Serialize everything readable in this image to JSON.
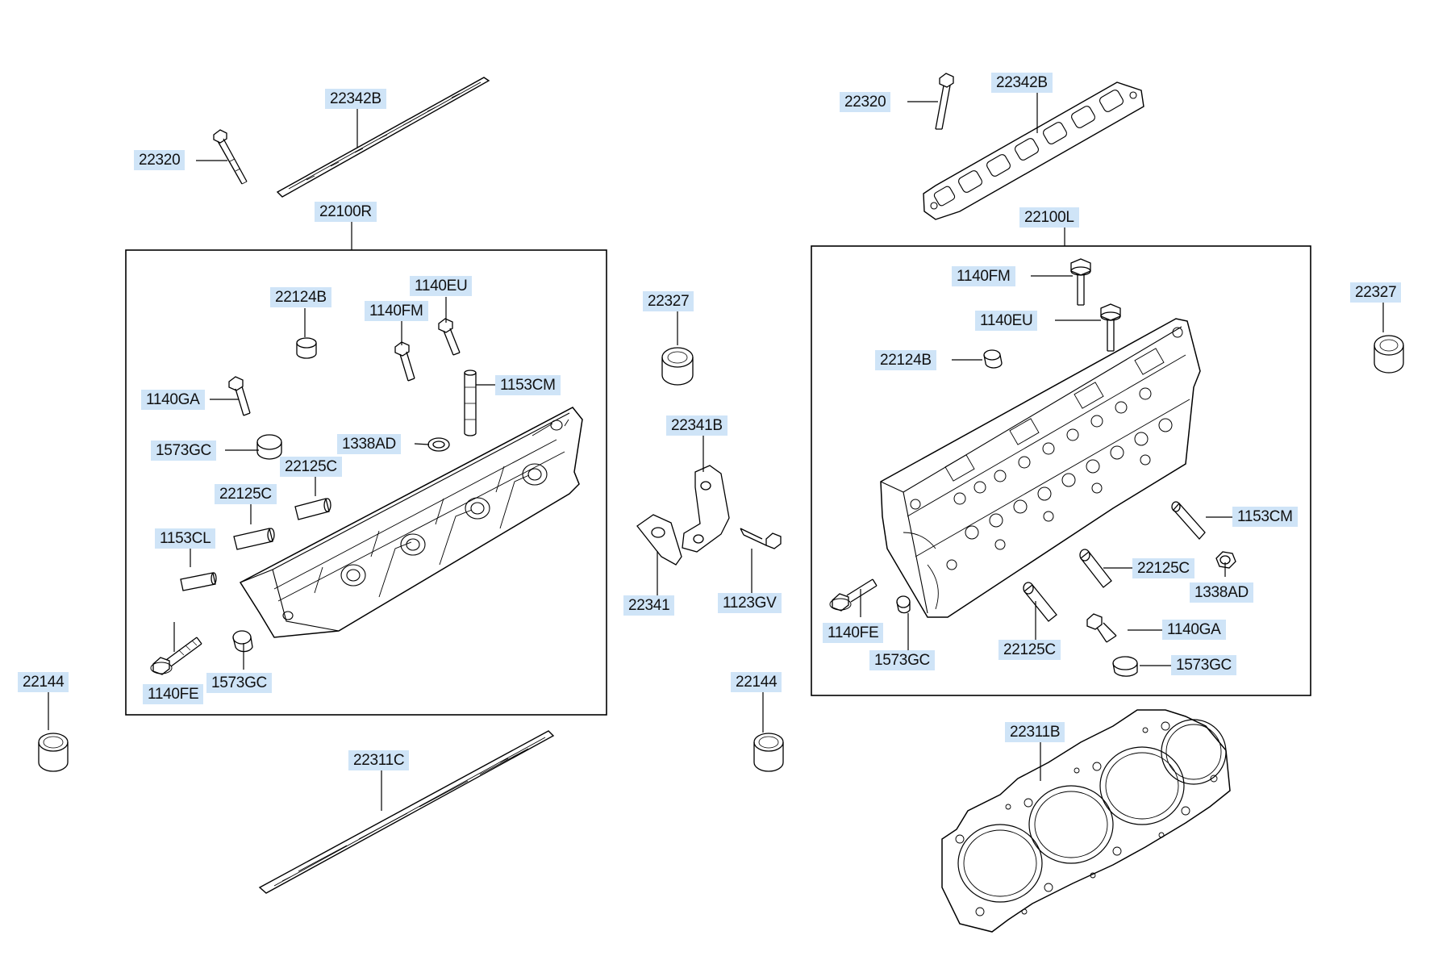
{
  "labels": [
    {
      "id": "l01",
      "text": "22342B"
    },
    {
      "id": "l02",
      "text": "22320"
    },
    {
      "id": "l03",
      "text": "22100R"
    },
    {
      "id": "l04",
      "text": "22124B"
    },
    {
      "id": "l05",
      "text": "1140EU"
    },
    {
      "id": "l06",
      "text": "1140FM"
    },
    {
      "id": "l07",
      "text": "1153CM"
    },
    {
      "id": "l08",
      "text": "1140GA"
    },
    {
      "id": "l09",
      "text": "1338AD"
    },
    {
      "id": "l10",
      "text": "1573GC"
    },
    {
      "id": "l11",
      "text": "22125C"
    },
    {
      "id": "l12",
      "text": "22125C"
    },
    {
      "id": "l13",
      "text": "1153CL"
    },
    {
      "id": "l14",
      "text": "1140FE"
    },
    {
      "id": "l15",
      "text": "1573GC"
    },
    {
      "id": "l16",
      "text": "22144"
    },
    {
      "id": "l17",
      "text": "22311C"
    },
    {
      "id": "l18",
      "text": "22327"
    },
    {
      "id": "l19",
      "text": "22341B"
    },
    {
      "id": "l20",
      "text": "22341"
    },
    {
      "id": "l21",
      "text": "1123GV"
    },
    {
      "id": "l22",
      "text": "22144"
    },
    {
      "id": "l23",
      "text": "22320"
    },
    {
      "id": "l24",
      "text": "22342B"
    },
    {
      "id": "l25",
      "text": "22100L"
    },
    {
      "id": "l26",
      "text": "1140FM"
    },
    {
      "id": "l27",
      "text": "1140EU"
    },
    {
      "id": "l28",
      "text": "22124B"
    },
    {
      "id": "l29",
      "text": "22327"
    },
    {
      "id": "l30",
      "text": "1153CM"
    },
    {
      "id": "l31",
      "text": "22125C"
    },
    {
      "id": "l32",
      "text": "1338AD"
    },
    {
      "id": "l33",
      "text": "1140FE"
    },
    {
      "id": "l34",
      "text": "1573GC"
    },
    {
      "id": "l35",
      "text": "22125C"
    },
    {
      "id": "l36",
      "text": "1140GA"
    },
    {
      "id": "l37",
      "text": "1573GC"
    },
    {
      "id": "l38",
      "text": "22311B"
    }
  ],
  "colors": {
    "label_bg": "#cfe4f7",
    "line": "#000000"
  }
}
